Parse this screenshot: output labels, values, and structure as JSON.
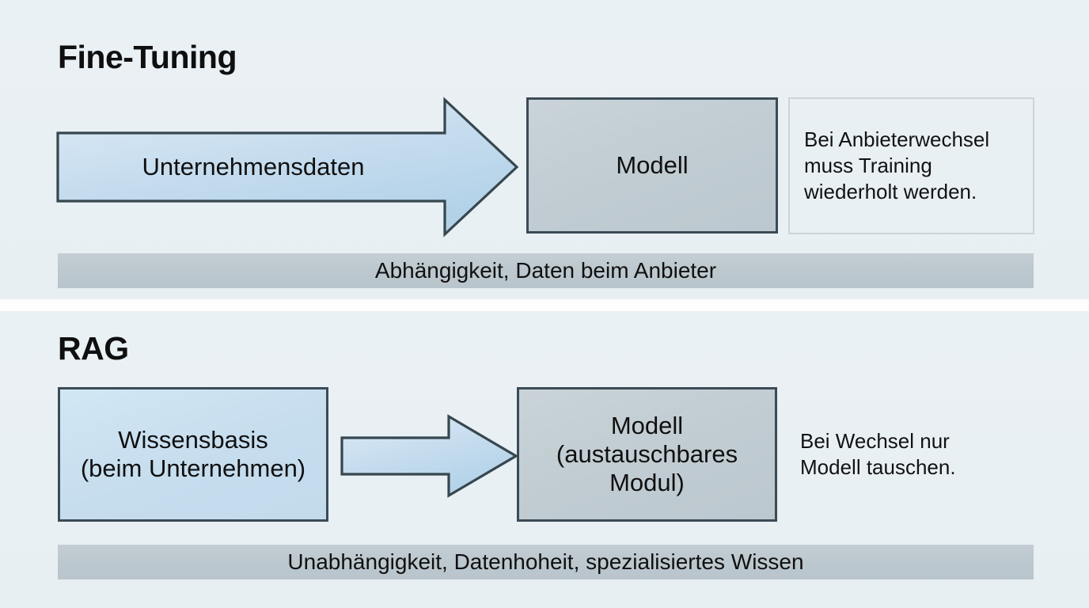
{
  "colors": {
    "background": "#eaf1f5",
    "arrow_fill_light": "#d6e8f5",
    "arrow_fill_dark": "#b9d6ea",
    "arrow_border": "#3b4b56",
    "model_box_fill": "#c0ccd2",
    "knowledge_box_fill": "#c6ddee",
    "banner_fill": "#bcc8ce",
    "note_border": "#ccd4d8",
    "text": "#101010"
  },
  "sections": [
    {
      "id": "fine-tuning",
      "title": "Fine-Tuning",
      "arrow_label": "Unternehmensdaten",
      "model_box": "Modell",
      "note_lines": [
        "Bei Anbieterwechsel",
        "muss Training",
        "wiederholt werden."
      ],
      "banner": "Abhängigkeit, Daten beim Anbieter"
    },
    {
      "id": "rag",
      "title": "RAG",
      "knowledge_box_lines": [
        "Wissensbasis",
        "(beim Unternehmen)"
      ],
      "arrow_label": "",
      "model_box_lines": [
        "Modell",
        "(austauschbares",
        "Modul)"
      ],
      "note_lines": [
        "Bei Wechsel nur",
        "Modell tauschen."
      ],
      "banner": "Unabhängigkeit, Datenhoheit, spezialisiertes Wissen"
    }
  ]
}
